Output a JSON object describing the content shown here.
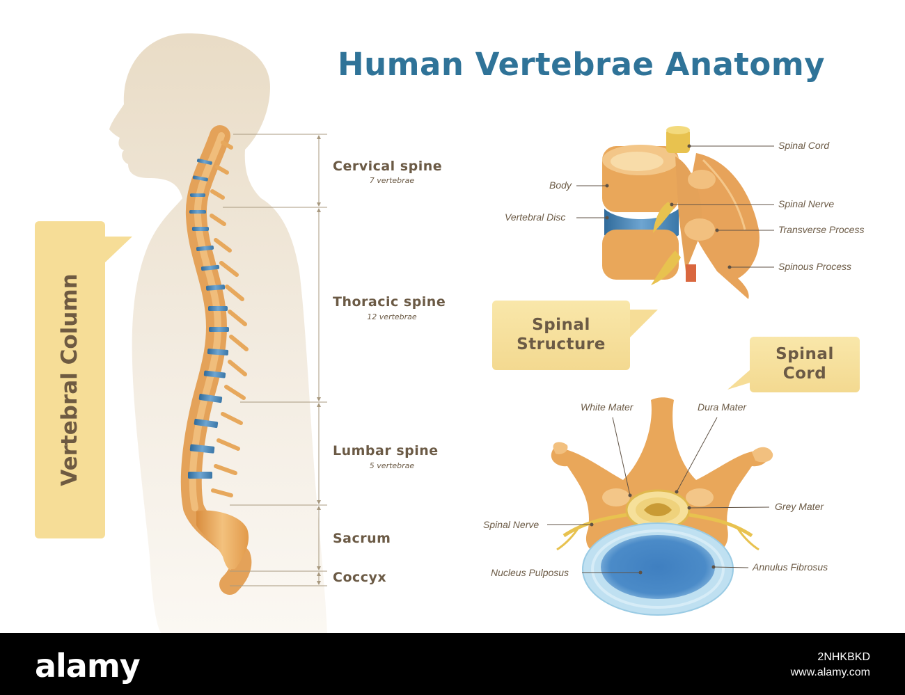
{
  "title": "Human Vertebrae Anatomy",
  "vertebral_column_label": "Vertebral Column",
  "segments": [
    {
      "name": "Cervical spine",
      "sub": "7 vertebrae"
    },
    {
      "name": "Thoracic spine",
      "sub": "12 vertebrae"
    },
    {
      "name": "Lumbar spine",
      "sub": "5 vertebrae"
    },
    {
      "name": "Sacrum",
      "sub": ""
    },
    {
      "name": "Coccyx",
      "sub": ""
    }
  ],
  "spinal_structure": {
    "bubble_line1": "Spinal",
    "bubble_line2": "Structure",
    "labels": {
      "spinal_cord": "Spinal Cord",
      "body": "Body",
      "spinal_nerve": "Spinal Nerve",
      "vertebral_disc": "Vertebral Disc",
      "transverse_process": "Transverse Process",
      "spinous_process": "Spinous Process"
    }
  },
  "spinal_cord": {
    "bubble_line1": "Spinal",
    "bubble_line2": "Cord",
    "labels": {
      "white_mater": "White Mater",
      "dura_mater": "Dura Mater",
      "grey_mater": "Grey Mater",
      "spinal_nerve": "Spinal Nerve",
      "nucleus_pulposus": "Nucleus Pulposus",
      "annulus_fibrosus": "Annulus Fibrosus"
    }
  },
  "footer": {
    "logo": "alamy",
    "image_id": "2NHKBKD",
    "site": "www.alamy.com"
  },
  "colors": {
    "title": "#2f7398",
    "bone": "#e9a75a",
    "disc": "#4a86b8",
    "silhouette": "#eee0cc",
    "bubble": "#f6dd97",
    "text": "#6b5a45"
  }
}
